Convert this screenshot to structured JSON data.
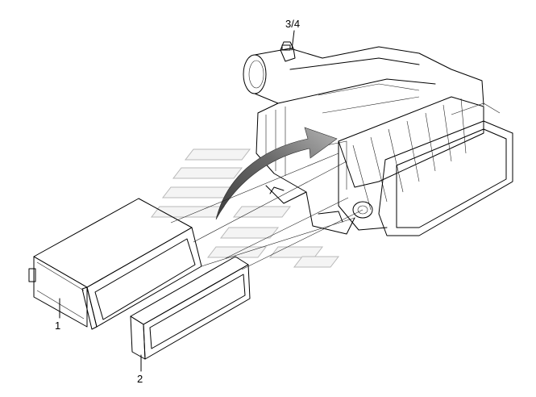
{
  "callouts": {
    "assembly": "3/4",
    "main_filter": "1",
    "safety_filter": "2"
  },
  "colors": {
    "line": "#000000",
    "arrow_dark": "#4a4a4a",
    "arrow_light": "#a8a8a8",
    "watermark": "#b8b8b8"
  }
}
